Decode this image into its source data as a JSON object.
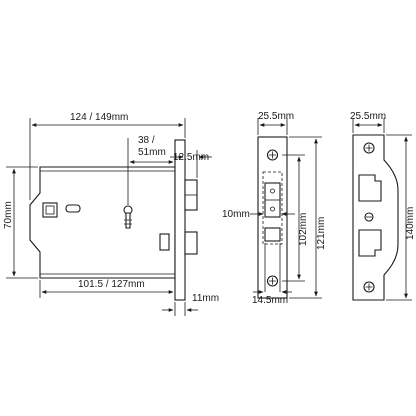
{
  "dimensions": {
    "overall_length": "124 / 149mm",
    "backset_top": "38 /",
    "backset_bottom": "51mm",
    "bolt_projection": "12.5mm",
    "body_height": "70mm",
    "case_depth": "101.5 / 127mm",
    "forend_thickness": "11mm",
    "forend_width": "25.5mm",
    "bolt_width": "10mm",
    "forend_height_inner": "102mm",
    "forend_height_outer": "121mm",
    "latch_width": "14.5mm",
    "strike_width": "25.5mm",
    "strike_height": "140mm"
  },
  "colors": {
    "line": "#1a1a1a",
    "background": "#ffffff"
  }
}
